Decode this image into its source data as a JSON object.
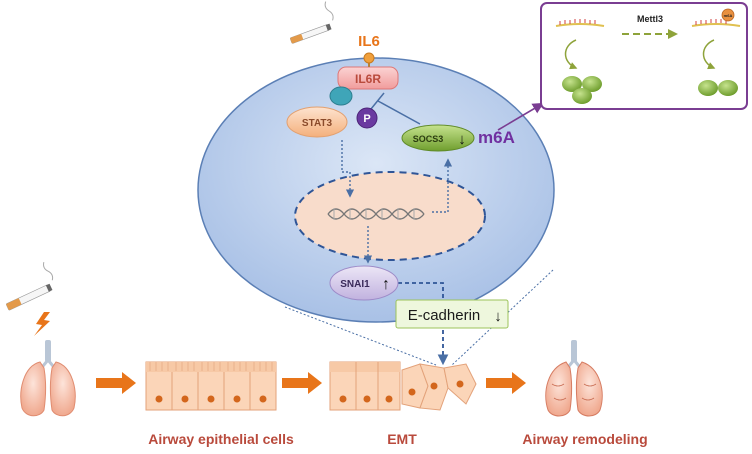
{
  "ligand": {
    "label": "IL6"
  },
  "receptor": {
    "label": "IL6R"
  },
  "stat3": {
    "label": "STAT3",
    "phospho": "P"
  },
  "socs3": {
    "label": "SOCS3",
    "arrow": "↓"
  },
  "m6a": {
    "label": "m6A"
  },
  "snai1": {
    "label": "SNAI1",
    "arrow": "↑"
  },
  "ecadherin": {
    "label": "E-cadherin",
    "arrow": "↓"
  },
  "inset": {
    "enzyme": "Mettl3",
    "mark": "m6A"
  },
  "stages": {
    "epithelial": "Airway epithelial cells",
    "emt": "EMT",
    "remodeling": "Airway remodeling"
  },
  "colors": {
    "cell": "#b9cdea",
    "cell_stroke": "#5b7fb5",
    "nucleus": "#f8dccb",
    "arrow_orange": "#e8751a",
    "label_red": "#b94a3c",
    "m6a_purple": "#7030a0",
    "inset_border": "#7a3d92",
    "socs3_green": "#7fae3a",
    "ecad_box": "#eef7dd"
  }
}
